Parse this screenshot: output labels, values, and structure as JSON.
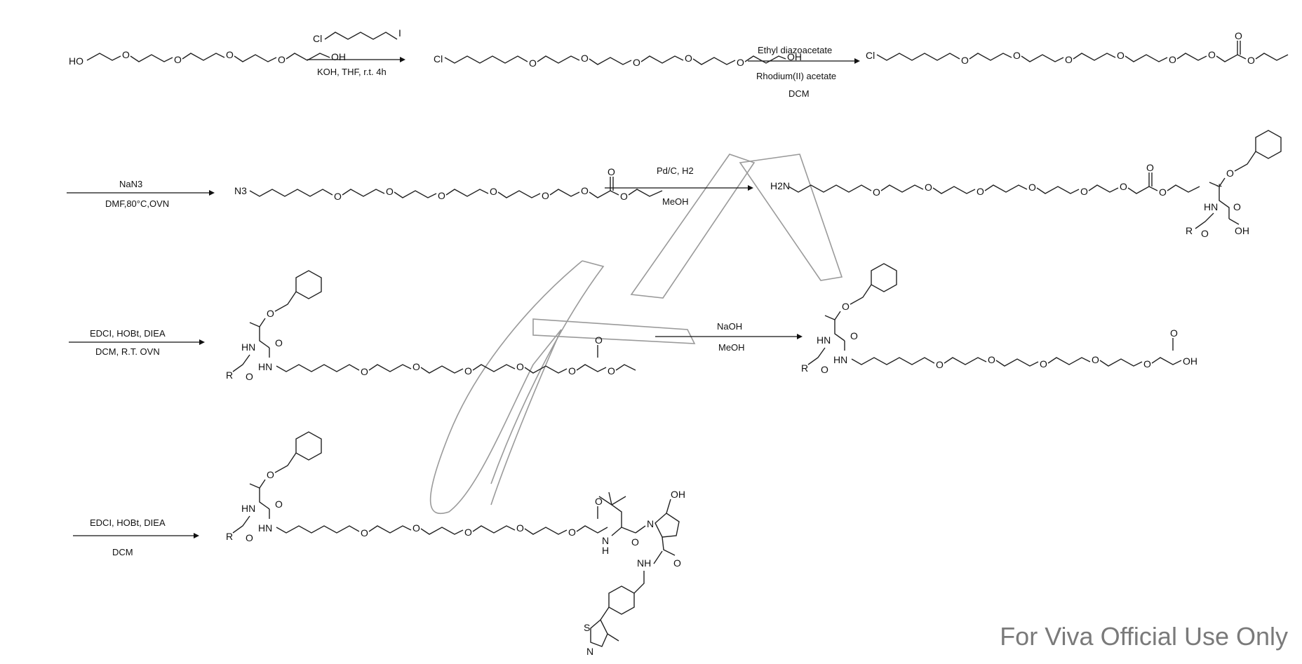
{
  "scheme": {
    "step1": {
      "reagent": "Cl",
      "reagent_end": "I",
      "conditions": "KOH, THF, r.t. 4h"
    },
    "step2": {
      "reagent": "Ethyl diazoacetate",
      "conditions1": "Rhodium(II) acetate",
      "conditions2": "DCM"
    },
    "step3": {
      "reagent": "NaN3",
      "conditions": "DMF,80°C,OVN"
    },
    "step4": {
      "reagent": "Pd/C, H2",
      "conditions": "MeOH"
    },
    "step5": {
      "reagent": "EDCI, HOBt, DIEA",
      "conditions": "DCM, R.T. OVN"
    },
    "step6": {
      "reagent": "NaOH",
      "conditions": "MeOH"
    },
    "step7": {
      "reagent": "EDCI, HOBt, DIEA",
      "conditions": "DCM"
    },
    "plus": "+"
  },
  "atoms": {
    "HO": "HO",
    "OH": "OH",
    "O": "O",
    "Cl": "Cl",
    "N3": "N3",
    "H2N": "H2N",
    "HN": "HN",
    "NH": "NH",
    "R": "R",
    "N": "N",
    "S": "S",
    "H": "H"
  },
  "watermark": {
    "brand": "VIVA"
  },
  "footer": "For Viva Official Use Only"
}
